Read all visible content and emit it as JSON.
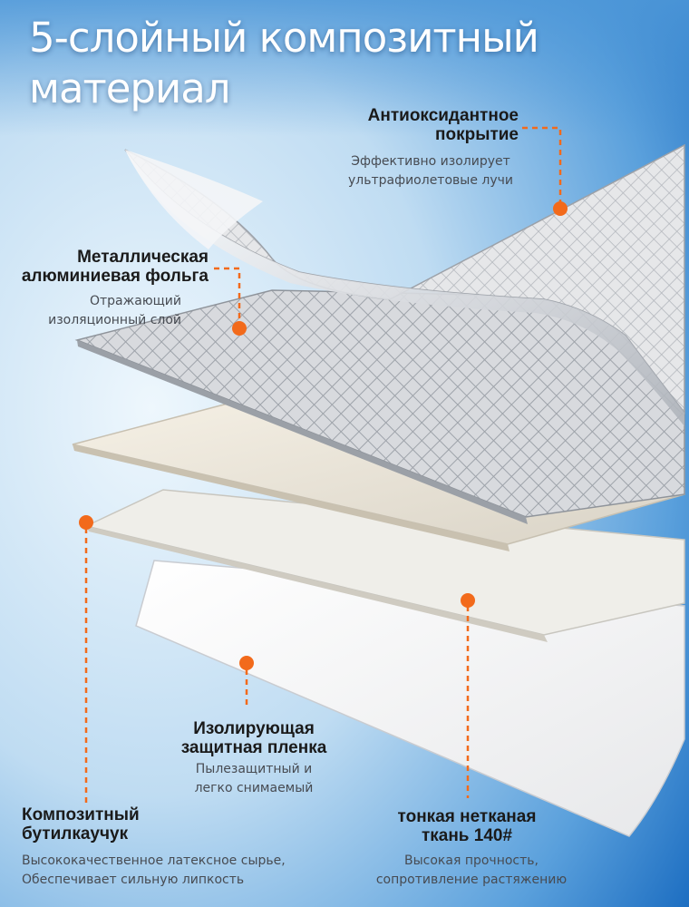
{
  "title": {
    "line1": "5-слойный композитный",
    "line2": "материал"
  },
  "colors": {
    "accent": "#f26a1b",
    "background_light": "#d9ecf8",
    "background_dark": "#1f72c4",
    "title": "#ffffff"
  },
  "layers": [
    {
      "heading_lines": [
        "Антиоксидантное",
        "покрытие"
      ],
      "description_lines": [
        "Эффективно изолирует",
        "ультрафиолетовые лучи"
      ]
    },
    {
      "heading_lines": [
        "Металлическая",
        "алюминиевая фольга"
      ],
      "description_lines": [
        "Отражающий",
        "изоляционный слой"
      ]
    },
    {
      "heading_lines": [
        "Изолирующая",
        "защитная пленка"
      ],
      "description_lines": [
        "Пылезащитный и",
        "легко снимаемый"
      ]
    },
    {
      "heading_lines": [
        "Композитный",
        "бутилкаучук"
      ],
      "description_lines": [
        "Высококачественное латексное сырье,",
        "Обеспечивает сильную липкость"
      ]
    },
    {
      "heading_lines": [
        "тонкая нетканая",
        "ткань 140#"
      ],
      "description_lines": [
        "Высокая прочность,",
        "сопротивление растяжению"
      ]
    }
  ]
}
